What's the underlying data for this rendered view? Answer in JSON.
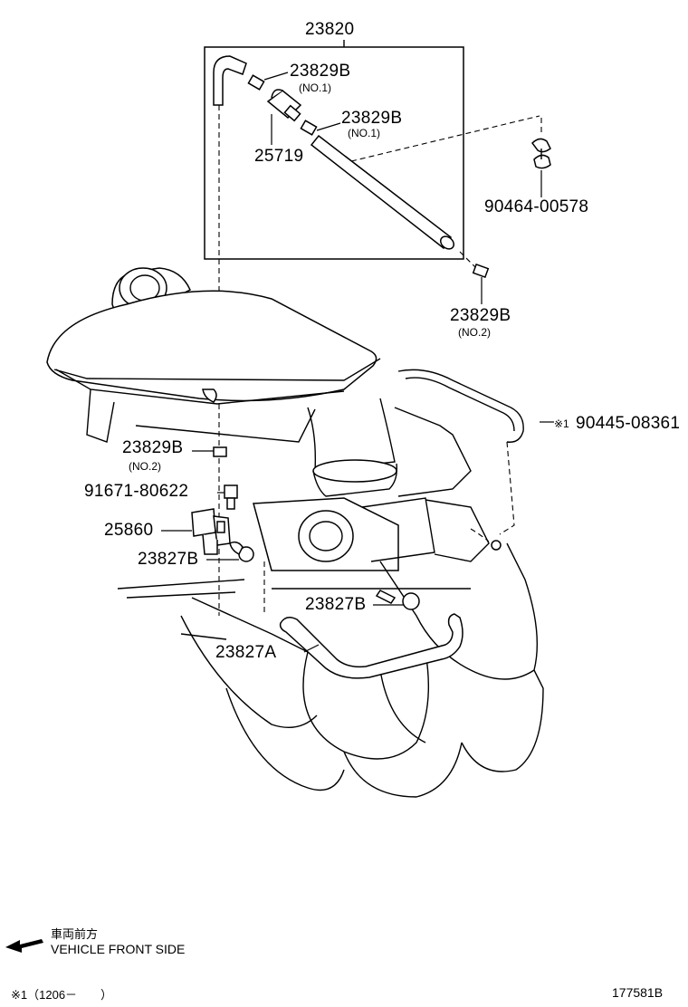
{
  "labels": {
    "kit": "23820",
    "clamp_no1_a": "23829B",
    "clamp_no1_a_note": "(NO.1)",
    "clamp_no1_b": "23829B",
    "clamp_no1_b_note": "(NO.1)",
    "filter": "25719",
    "clip": "90464-00578",
    "clamp_no2_a": "23829B",
    "clamp_no2_a_note": "(NO.2)",
    "hose_ref": "※1",
    "hose": "90445-08361",
    "clamp_no2_b": "23829B",
    "clamp_no2_b_note": "(NO.2)",
    "bolt": "91671-80622",
    "vsv": "25860",
    "hose_clamp_a": "23827B",
    "hose_clamp_b": "23827B",
    "hose_main": "23827A"
  },
  "footer": {
    "direction_jp": "車両前方",
    "direction_en": "VEHICLE FRONT SIDE",
    "footnote": "※1（1206－　　）",
    "diagram_id": "177581B"
  }
}
